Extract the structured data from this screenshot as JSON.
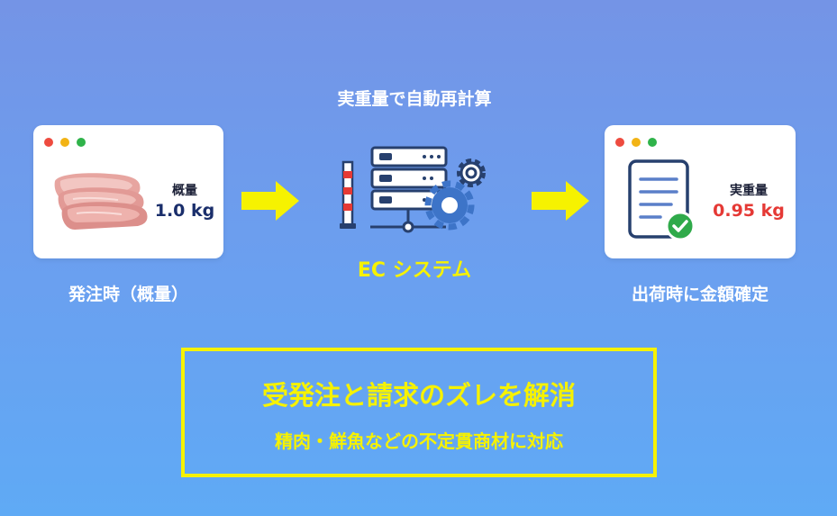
{
  "top_caption": "実重量で自動再計算",
  "left_card": {
    "title": "概量",
    "value": "1.0 kg",
    "caption": "発注時（概量）"
  },
  "center": {
    "label": "EC システム"
  },
  "right_card": {
    "title": "実重量",
    "value": "0.95 kg",
    "caption": "出荷時に金額確定"
  },
  "banner": {
    "main": "受発注と請求のズレを解消",
    "sub": "精肉・鮮魚などの不定貫商材に対応"
  },
  "colors": {
    "window_dot_red": "#ee4b3f",
    "window_dot_yellow": "#f2b315",
    "window_dot_green": "#2fb34a",
    "accent_yellow": "#f6f200",
    "value_navy": "#1a2e6b",
    "value_red": "#e53935",
    "check_green": "#2faa4a",
    "icon_navy": "#27406e",
    "icon_blue": "#3d74c8"
  },
  "icons": {
    "left_card": "meat-icon",
    "center": "server-gear-icon",
    "right_card": "document-check-icon",
    "arrows": "right-arrow-icon"
  }
}
